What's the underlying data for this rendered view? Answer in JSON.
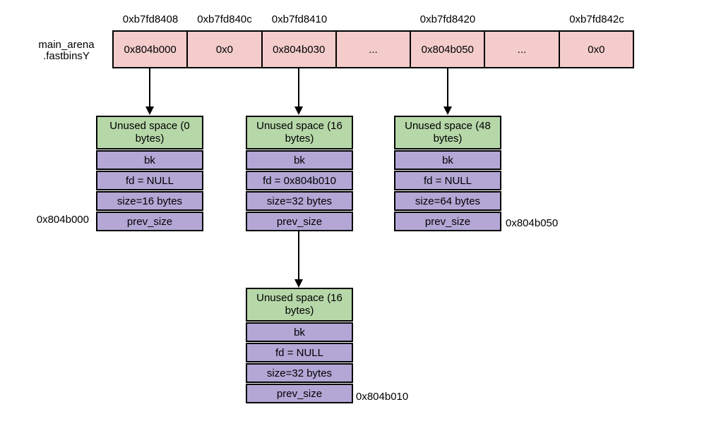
{
  "fastbins_row": {
    "label": "main_arena\n.fastbinsY",
    "addresses": [
      "0xb7fd8408",
      "0xb7fd840c",
      "0xb7fd8410",
      "0xb7fd8420",
      "0xb7fd842c"
    ],
    "cells": [
      "0x804b000",
      "0x0",
      "0x804b030",
      "...",
      "0x804b050",
      "...",
      "0x0"
    ]
  },
  "chunks": [
    {
      "address_label": "0x804b000",
      "header": "Unused space (0 bytes)",
      "rows": [
        "bk",
        "fd = NULL",
        "size=16 bytes",
        "prev_size"
      ]
    },
    {
      "header": "Unused space (16 bytes)",
      "rows": [
        "bk",
        "fd = 0x804b010",
        "size=32 bytes",
        "prev_size"
      ]
    },
    {
      "address_label": "0x804b050",
      "header": "Unused space (48 bytes)",
      "rows": [
        "bk",
        "fd = NULL",
        "size=64 bytes",
        "prev_size"
      ]
    },
    {
      "address_label": "0x804b010",
      "header": "Unused space (16 bytes)",
      "rows": [
        "bk",
        "fd = NULL",
        "size=32 bytes",
        "prev_size"
      ]
    }
  ],
  "colors": {
    "fastbin_cell": "#f4cccc",
    "chunk_unused_space": "#b6d7a8",
    "chunk_field": "#b4a7d6",
    "border": "#000000",
    "background": "#ffffff",
    "text": "#000000"
  }
}
